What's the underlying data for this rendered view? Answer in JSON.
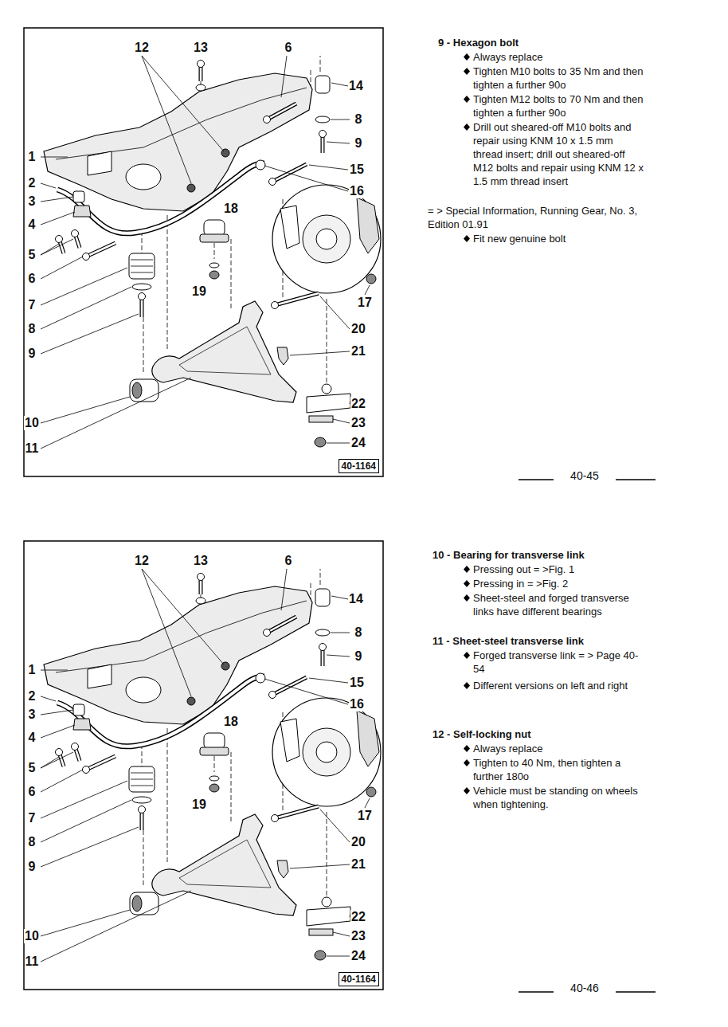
{
  "diagram": {
    "nodes": [
      {
        "text": [
          "40-1164"
        ]
      },
      {
        "text": [
          "40-1164"
        ]
      }
    ],
    "labels": [
      "12",
      "13",
      "6",
      "14",
      "8",
      "9",
      "1",
      "15",
      "2",
      "16",
      "3",
      "18",
      "4",
      "5",
      "6",
      "19",
      "17",
      "7",
      "8",
      "20",
      "21",
      "9",
      "22",
      "10",
      "23",
      "24",
      "11",
      "9 - Hexagon bolt",
      "Always replace",
      "Tighten M10 bolts to 35 Nm and then tighten a further 90o",
      "Tighten M12 bolts to 70 Nm and then tighten a further 90o",
      "Drill out sheared-off M10 bolts and repair using KNM 10 x 1.5 mm thread insert; drill out sheared-off M12 bolts and repair using KNM 12 x 1.5 mm thread insert",
      "= > Special Information, Running Gear, No. 3, Edition 01.91",
      "Fit new genuine bolt",
      "40-45",
      "12",
      "13",
      "6",
      "14",
      "8",
      "9",
      "1",
      "15",
      "2",
      "16",
      "3",
      "18",
      "4",
      "5",
      "6",
      "19",
      "17",
      "7",
      "8",
      "20",
      "21",
      "9",
      "22",
      "10",
      "23",
      "24",
      "11",
      "10 - Bearing for transverse link",
      "Pressing out = >Fig. 1",
      "Pressing in = >Fig. 2",
      "Sheet-steel and forged transverse links have different bearings",
      "11 - Sheet-steel transverse link",
      "Forged transverse link = > Page 40-54",
      "Different versions on left and right",
      "12 - Self-locking nut",
      "Always replace",
      "Tighten to 40 Nm, then tighten a further 180o",
      "Vehicle must be standing on wheels when tightening.",
      "40-46"
    ]
  }
}
